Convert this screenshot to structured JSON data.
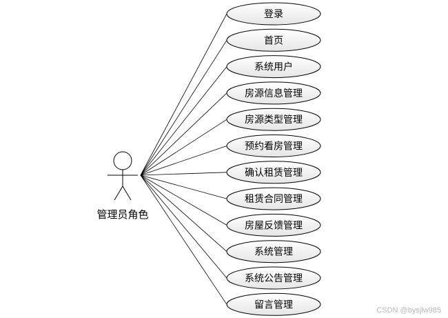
{
  "actor": {
    "name": "管理员角色"
  },
  "use_cases": [
    {
      "label": "登录"
    },
    {
      "label": "首页"
    },
    {
      "label": "系统用户"
    },
    {
      "label": "房源信息管理"
    },
    {
      "label": "房源类型管理"
    },
    {
      "label": "预约看房管理"
    },
    {
      "label": "确认租赁管理"
    },
    {
      "label": "租赁合同管理"
    },
    {
      "label": "房屋反馈管理"
    },
    {
      "label": "系统管理"
    },
    {
      "label": "系统公告管理"
    },
    {
      "label": "留言管理"
    }
  ],
  "watermark": "CSDN @bysjlw985"
}
